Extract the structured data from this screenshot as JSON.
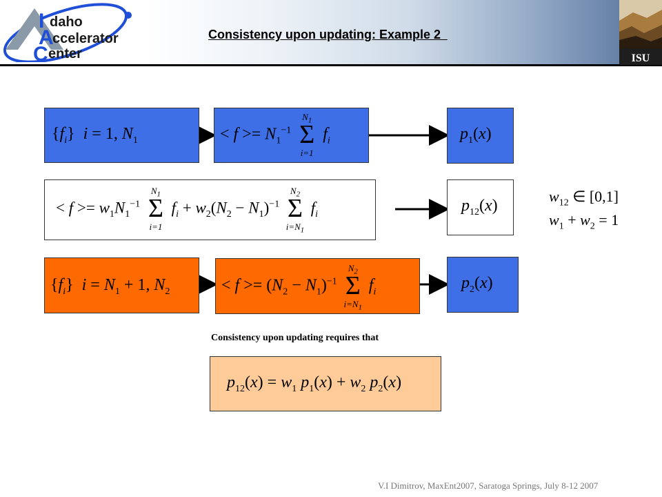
{
  "header": {
    "title": "Consistency upon updating: Example 2  ",
    "logo_line1": "daho",
    "logo_line2": "ccelerator",
    "logo_line3": "enter",
    "logo_initial1": "I",
    "logo_initial2": "A",
    "logo_initial3": "C",
    "isu_label": "ISU"
  },
  "row1": {
    "box1": "{f_i}  i = 1, N_1",
    "box2": "<f> = N_1^{-1} Σ_{i=1}^{N_1} f_i",
    "box3": "p_1(x)"
  },
  "row2": {
    "box1": "<f> = w_1 N_1^{-1} Σ_{i=1}^{N_1} f_i + w_2 (N_2 − N_1)^{-1} Σ_{i=N_1}^{N_2} f_i",
    "box2": "p_12(x)",
    "cond1": "w_12 ∈ [0,1]",
    "cond2": "w_1 + w_2 = 1"
  },
  "row3": {
    "box1": "{f_i}  i = N_1 + 1, N_2",
    "box2": "<f> = (N_2 − N_1)^{-1} Σ_{i=N_1}^{N_2} f_i",
    "box3": "p_2(x)"
  },
  "caption": "Consistency upon updating requires that",
  "result": "p_12(x) = w_1 p_1(x) + w_2 p_2(x)",
  "footer": "V.I Dimitrov, MaxEnt2007, Saratoga Springs, July 8-12 2007",
  "colors": {
    "blue_box": "#3f6fe6",
    "orange_box": "#ff6a00",
    "peach_box": "#ffcc99"
  }
}
